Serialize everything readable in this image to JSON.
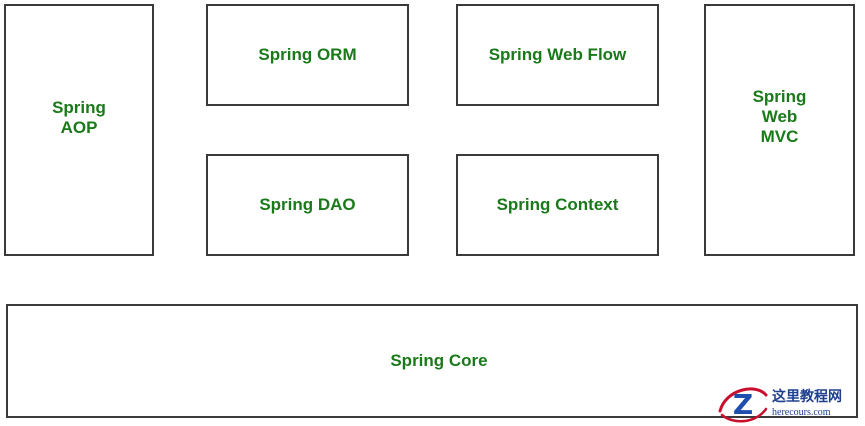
{
  "diagram": {
    "modules": {
      "aop": "Spring\nAOP",
      "orm": "Spring ORM",
      "web_flow": "Spring Web Flow",
      "web_mvc": "Spring\nWeb\nMVC",
      "dao": "Spring DAO",
      "context": "Spring Context",
      "core": "Spring Core"
    }
  },
  "watermark": {
    "site_name": "这里教程网",
    "site_url": "herecours.com",
    "logo_letter": "Z",
    "logo_colors": {
      "letter": "#1f4fae",
      "swoosh": "#c8102e"
    }
  },
  "colors": {
    "label": "#1a7a1a",
    "border": "#3a3a3a",
    "background": "#ffffff"
  }
}
